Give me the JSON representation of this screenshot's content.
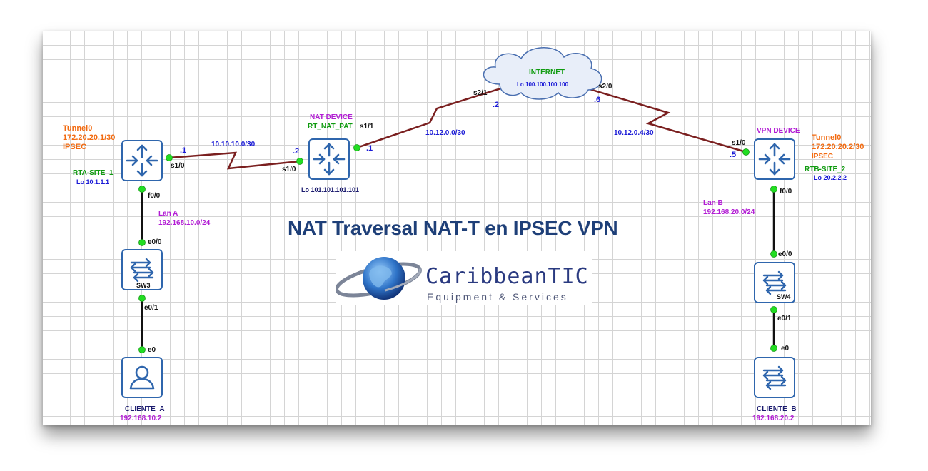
{
  "diagram_title": "NAT Traversal NAT-T en IPSEC VPN",
  "logo": {
    "brand": "CaribbeanTIC",
    "tagline": "Equipment & Services"
  },
  "cloud": {
    "name": "INTERNET",
    "loopback": "Lo 100.100.100.100"
  },
  "devices": {
    "rta": {
      "name": "RTA-SITE_1",
      "loopback": "Lo 10.1.1.1",
      "tunnel": "Tunnel0",
      "tunnel_ip": "172.20.20.1/30",
      "tunnel_mode": "IPSEC"
    },
    "nat": {
      "role": "NAT DEVICE",
      "name": "RT_NAT_PAT",
      "loopback": "Lo 101.101.101.101"
    },
    "rtb": {
      "role": "VPN DEVICE",
      "name": "RTB-SITE_2",
      "loopback": "Lo 20.2.2.2",
      "tunnel": "Tunnel0",
      "tunnel_ip": "172.20.20.2/30",
      "tunnel_mode": "IPSEC"
    },
    "sw3": {
      "name": "SW3"
    },
    "sw4": {
      "name": "SW4"
    },
    "cliente_a": {
      "name": "CLIENTE_A",
      "ip": "192.168.10.2"
    },
    "cliente_b": {
      "name": "CLIENTE_B",
      "ip": "192.168.20.2"
    }
  },
  "links": {
    "rta_nat": {
      "subnet": "10.10.10.0/30",
      "rta_if": "s1/0",
      "rta_host": ".1",
      "nat_if": "s1/0",
      "nat_host": ".2"
    },
    "nat_cloud": {
      "subnet": "10.12.0.0/30",
      "nat_if": "s1/1",
      "nat_host": ".1",
      "cloud_if": "s2/1",
      "cloud_host": ".2"
    },
    "cloud_rtb": {
      "subnet": "10.12.0.4/30",
      "cloud_if": "s2/0",
      "cloud_host": ".6",
      "rtb_if": "s1/0",
      "rtb_host": ".5"
    },
    "lan_a": {
      "name": "Lan A",
      "subnet": "192.168.10.0/24",
      "rta_if": "f0/0",
      "sw3_up_if": "e0/0",
      "sw3_down_if": "e0/1",
      "client_if": "e0"
    },
    "lan_b": {
      "name": "Lan B",
      "subnet": "192.168.20.0/24",
      "rtb_if": "f0/0",
      "sw4_up_if": "e0/0",
      "sw4_down_if": "e0/1",
      "client_if": "e0"
    }
  },
  "colors": {
    "serial_link": "#7a1f1f",
    "ethernet_link": "#111111",
    "port_dot": "#22dd22",
    "device_border": "#2f66ad",
    "title": "#1e3f78"
  }
}
